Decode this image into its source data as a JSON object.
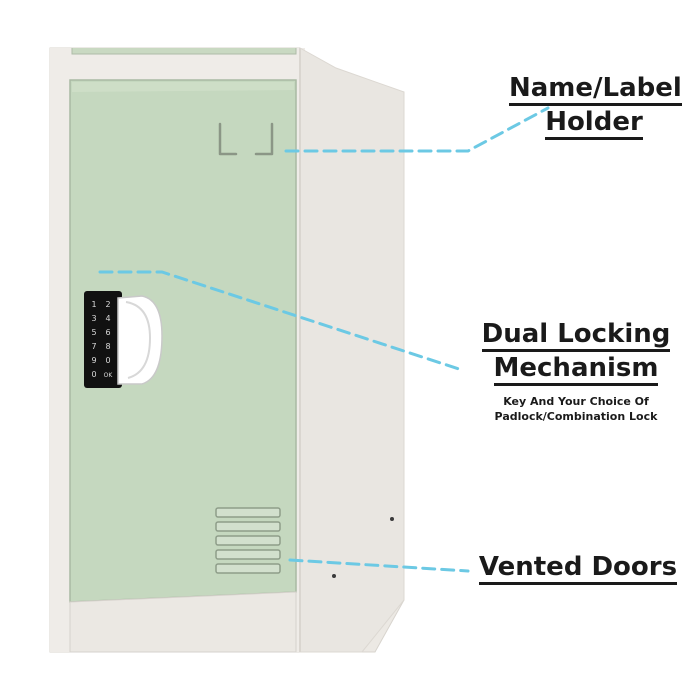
{
  "callouts": {
    "label_holder": {
      "line1": "Name/Label",
      "line2": "Holder"
    },
    "locking": {
      "line1": "Dual Locking",
      "line2": "Mechanism",
      "sub_line1": "Key And Your Choice Of",
      "sub_line2": "Padlock/Combination Lock"
    },
    "vents": {
      "line1": "Vented Doors"
    }
  },
  "keypad": {
    "keys": [
      "1",
      "2",
      "3",
      "4",
      "5",
      "6",
      "7",
      "8",
      "9",
      "0",
      "0",
      "OK"
    ]
  },
  "colors": {
    "door": "#c5d8bf",
    "cabinet": "#ece9e4",
    "leader": "#6cc9e4",
    "keypad": "#111111"
  }
}
